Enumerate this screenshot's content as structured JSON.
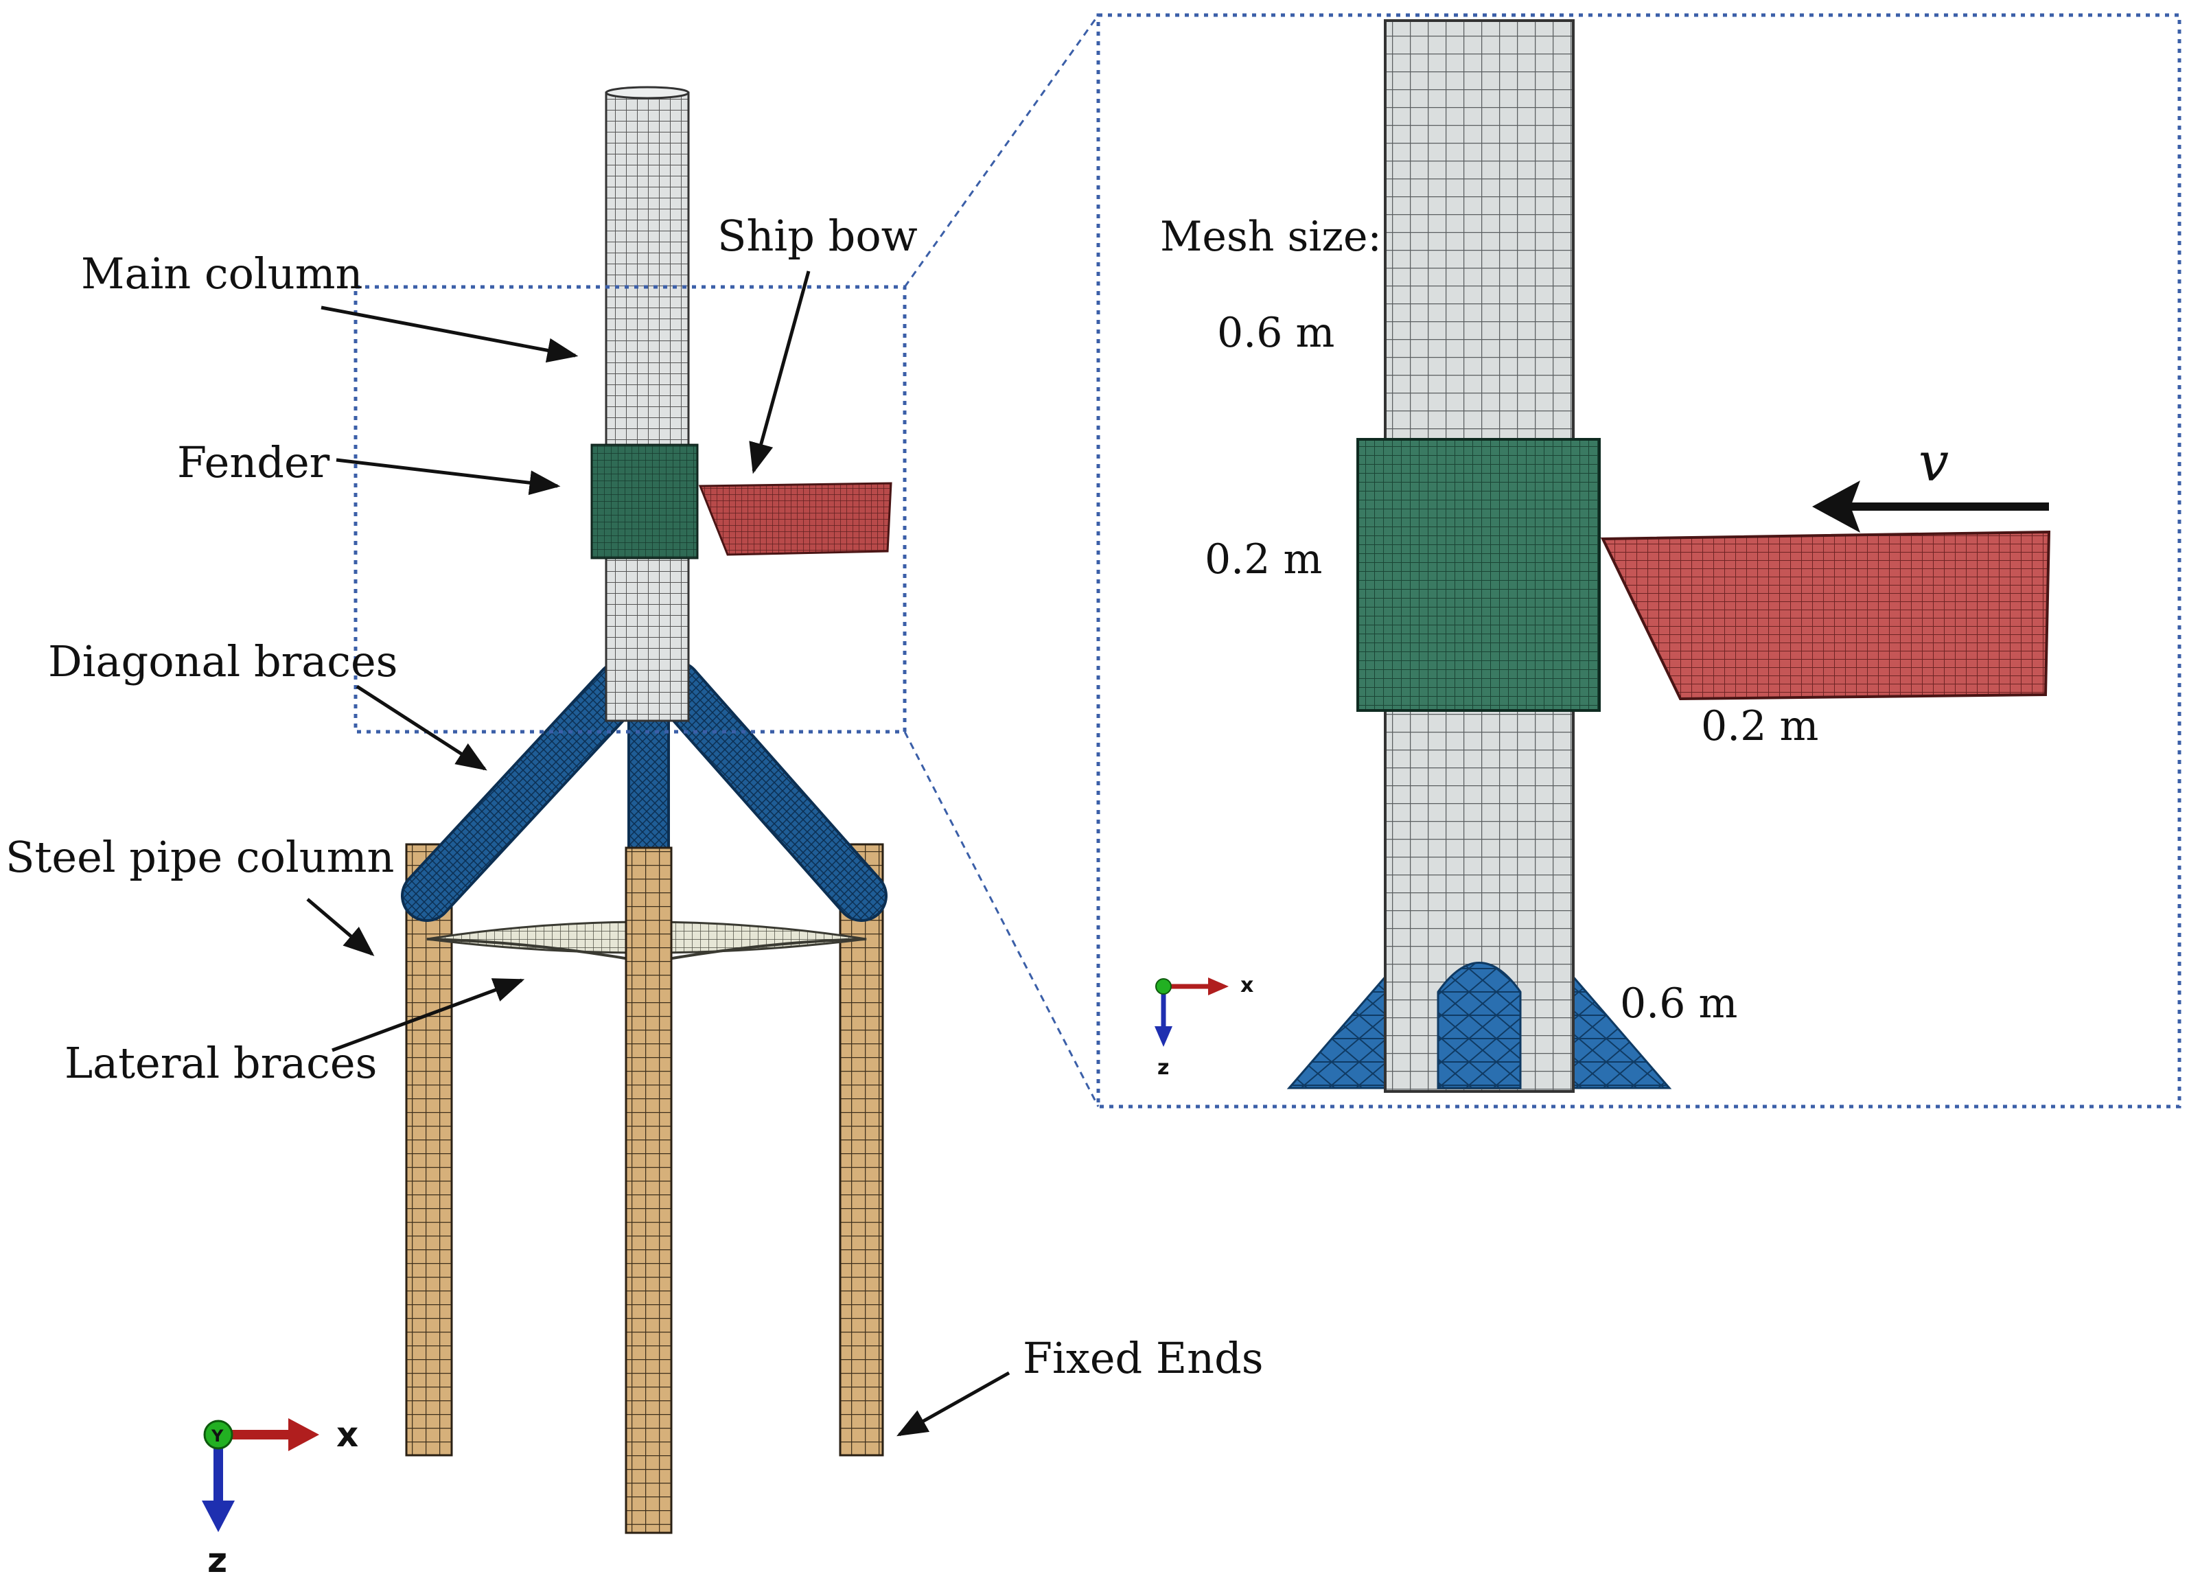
{
  "labels": {
    "main_column": "Main column",
    "ship_bow": "Ship bow",
    "fender": "Fender",
    "diagonal_braces": "Diagonal braces",
    "steel_pipe_column": "Steel pipe column",
    "lateral_braces": "Lateral braces",
    "fixed_ends": "Fixed Ends"
  },
  "inset": {
    "mesh_title": "Mesh size:",
    "mesh_column": "0.6 m",
    "mesh_fender": "0.2 m",
    "mesh_bow": "0.2 m",
    "mesh_brace": "0.6 m",
    "velocity_symbol": "v"
  },
  "axes": {
    "x_label": "x",
    "z_label": "z",
    "y_label": "Y"
  },
  "colors": {
    "column": "#d9dcdc",
    "fender": "#2f6b55",
    "ship_bow": "#b84a4a",
    "diagonal_braces": "#1f5d96",
    "steel_pipe": "#d6b07a",
    "lateral_braces": "#d8d8c8",
    "dotted_frame": "#3b5fa8"
  }
}
